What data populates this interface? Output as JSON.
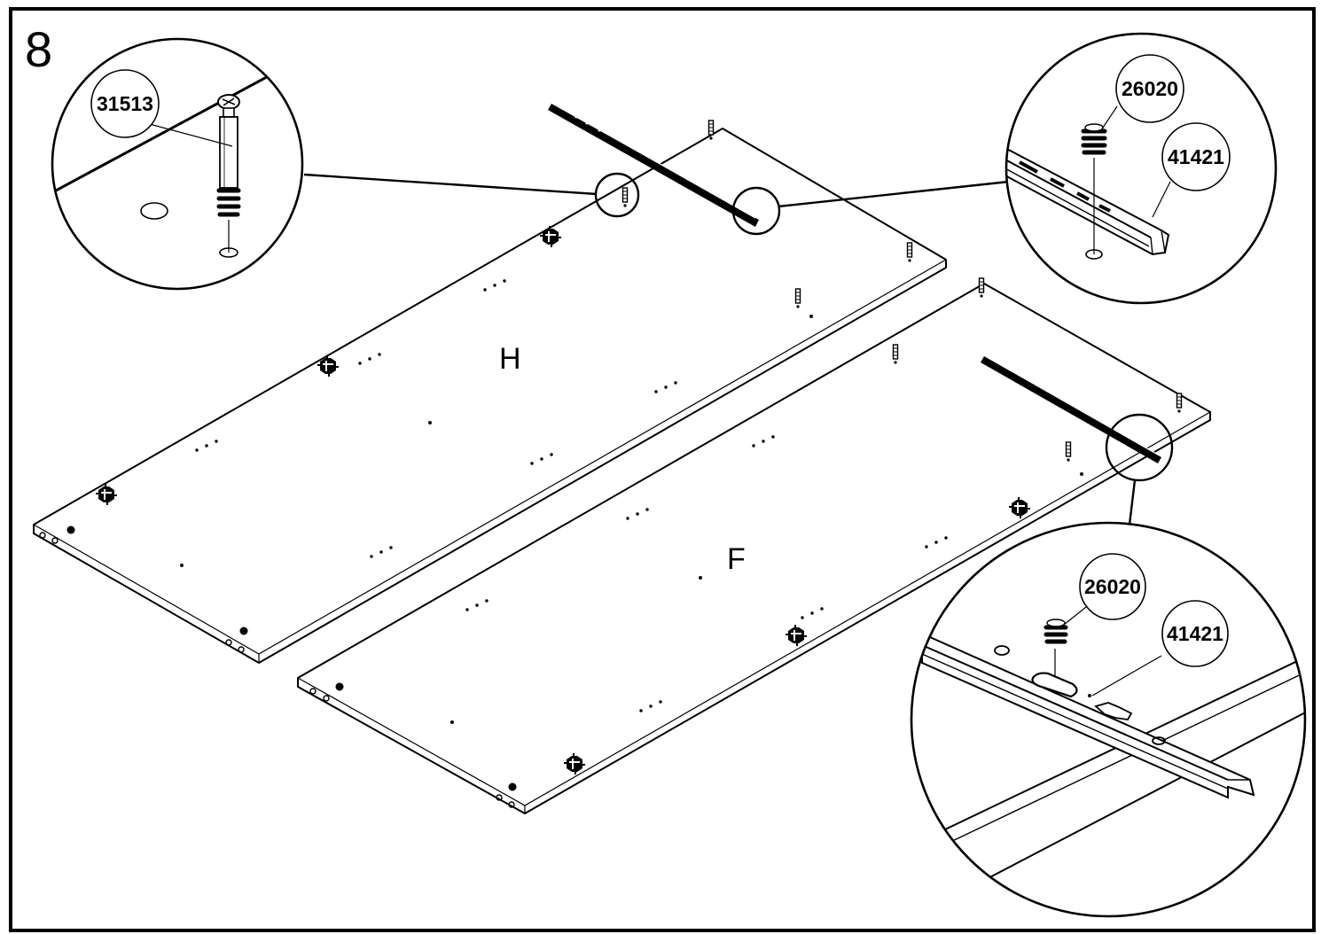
{
  "step": {
    "number": "8"
  },
  "panels": [
    {
      "id": "panel-h",
      "label": "H"
    },
    {
      "id": "panel-f",
      "label": "F"
    }
  ],
  "callouts": {
    "cam_bolt": {
      "part_number": "31513"
    },
    "top_right": {
      "screw_part": "26020",
      "rail_part": "41421"
    },
    "bottom_right": {
      "screw_part": "26020",
      "rail_part": "41421"
    }
  }
}
